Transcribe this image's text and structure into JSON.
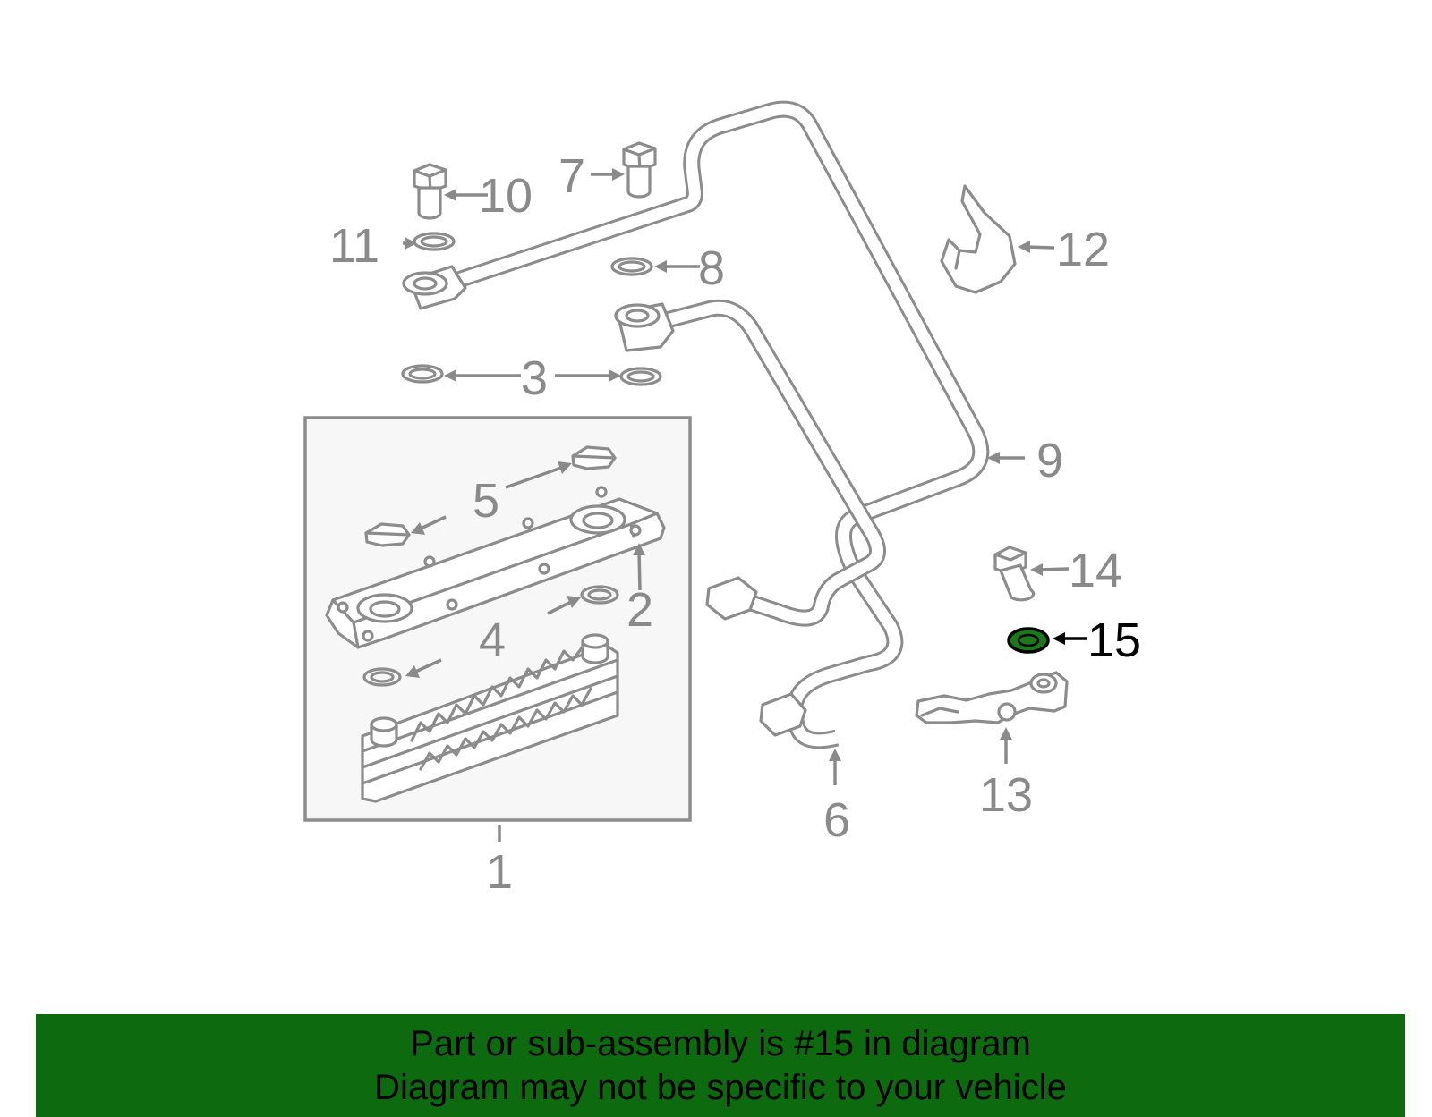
{
  "labels": {
    "p1": "1",
    "p2": "2",
    "p3": "3",
    "p4": "4",
    "p5": "5",
    "p6": "6",
    "p7": "7",
    "p8": "8",
    "p9": "9",
    "p10": "10",
    "p11": "11",
    "p12": "12",
    "p13": "13",
    "p14": "14",
    "p15": "15"
  },
  "highlight_part": "15",
  "banner": {
    "line1": "Part or sub-assembly is #15 in diagram",
    "line2": "Diagram may not be specific to your vehicle"
  },
  "colors": {
    "banner_bg": "#0e6a0e",
    "highlight_fill": "#1a7a1a",
    "part_stroke": "#8c8c8c",
    "label_gray": "#8a8a8a",
    "kit_box_bg": "#f7f7f7"
  }
}
